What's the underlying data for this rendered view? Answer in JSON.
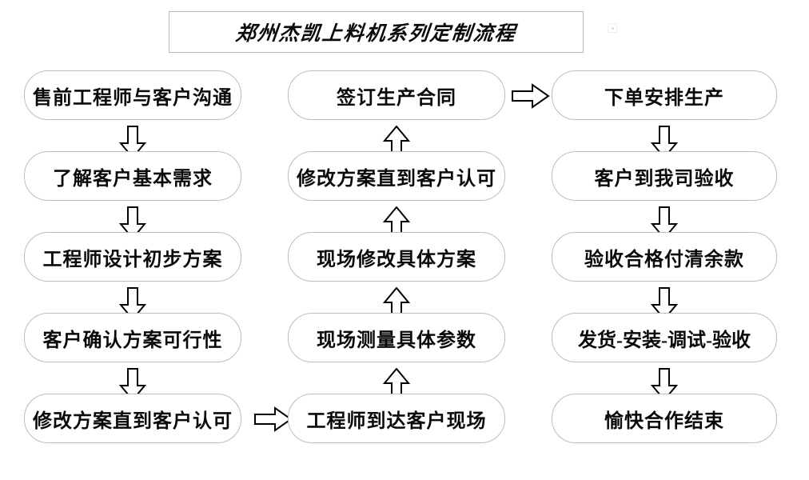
{
  "title": {
    "text": "郑州杰凯上料机系列定制流程"
  },
  "columns": {
    "left": {
      "name": "pre-sales-column",
      "nodes": [
        {
          "id": "node-pre-sales-communication",
          "label": "售前工程师与客户沟通"
        },
        {
          "id": "node-understand-basic-needs",
          "label": "了解客户基本需求"
        },
        {
          "id": "node-engineer-initial-plan",
          "label": "工程师设计初步方案"
        },
        {
          "id": "node-customer-confirm-feasibility",
          "label": "客户确认方案可行性"
        },
        {
          "id": "node-revise-until-approved-left",
          "label": "修改方案直到客户认可"
        }
      ]
    },
    "middle": {
      "name": "on-site-column",
      "nodes": [
        {
          "id": "node-sign-production-contract",
          "label": "签订生产合同"
        },
        {
          "id": "node-revise-until-approved-middle",
          "label": "修改方案直到客户认可"
        },
        {
          "id": "node-on-site-revise-plan",
          "label": "现场修改具体方案"
        },
        {
          "id": "node-on-site-measure-params",
          "label": "现场测量具体参数"
        },
        {
          "id": "node-engineer-arrive-site",
          "label": "工程师到达客户现场"
        }
      ]
    },
    "right": {
      "name": "production-column",
      "nodes": [
        {
          "id": "node-place-order-production",
          "label": "下单安排生产"
        },
        {
          "id": "node-customer-inspect-at-factory",
          "label": "客户到我司验收"
        },
        {
          "id": "node-pay-balance-after-inspection",
          "label": "验收合格付清余款"
        },
        {
          "id": "node-ship-install-debug-accept",
          "label": "发货-安装-调试-验收"
        },
        {
          "id": "node-happy-cooperation-end",
          "label": "愉快合作结束"
        }
      ]
    }
  },
  "arrows": [
    {
      "id": "arrow-left-1-to-2",
      "direction": "down"
    },
    {
      "id": "arrow-left-2-to-3",
      "direction": "down"
    },
    {
      "id": "arrow-left-3-to-4",
      "direction": "down"
    },
    {
      "id": "arrow-left-4-to-5",
      "direction": "down"
    },
    {
      "id": "arrow-left-to-middle",
      "direction": "right"
    },
    {
      "id": "arrow-middle-5-to-4",
      "direction": "up"
    },
    {
      "id": "arrow-middle-4-to-3",
      "direction": "up"
    },
    {
      "id": "arrow-middle-3-to-2",
      "direction": "up"
    },
    {
      "id": "arrow-middle-2-to-1",
      "direction": "up"
    },
    {
      "id": "arrow-middle-to-right",
      "direction": "right"
    },
    {
      "id": "arrow-right-1-to-2",
      "direction": "down"
    },
    {
      "id": "arrow-right-2-to-3",
      "direction": "down"
    },
    {
      "id": "arrow-right-3-to-4",
      "direction": "down"
    },
    {
      "id": "arrow-right-4-to-5",
      "direction": "down"
    }
  ],
  "colors": {
    "node_border": "#bdbdbd",
    "title_border": "#b9b9b9",
    "text": "#0a0a0a",
    "arrow_stroke": "#000000",
    "background": "#ffffff"
  }
}
